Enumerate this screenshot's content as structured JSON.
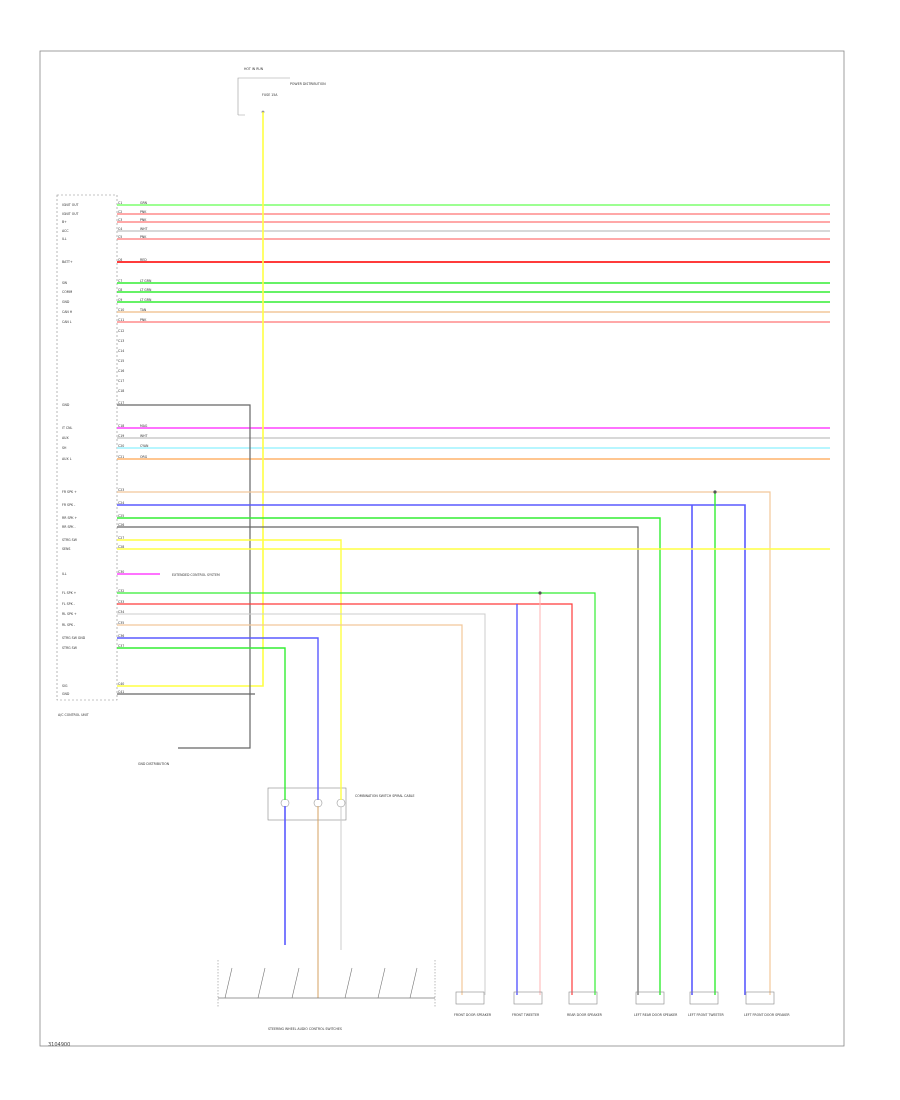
{
  "wire_colors": {
    "GRN": "#7dff6e",
    "PNK": "#ff8c8c",
    "RED": "#ff3b3b",
    "WHT": "#cccccc",
    "LT GRN": "#33ee33",
    "TAN": "#f2c79a",
    "BRN": "#d4a060",
    "MAG": "#ff44ff",
    "CYAN": "#9ff4ff",
    "ORG": "#ffb36b",
    "BLU": "#5a5aff",
    "GRY": "#666666",
    "YEL": "#ffff44",
    "VIO": "#c78fff"
  },
  "labels": {
    "page_code": "3104900",
    "control_unit": "A/C CONTROL UNIT",
    "top_box": "HOT IN RUN",
    "top_fuse_text": "FUSE 15A",
    "top_note": "POWER DISTRIBUTION",
    "grounds": "GND DISTRIBUTION",
    "steering_switches": "STEERING WHEEL AUDIO CONTROL SWITCHES",
    "spiral_cable": "COMBINATION SWITCH SPIRAL CABLE",
    "ext_note": "EXTENDED CONTROL SYSTEM",
    "speakers": [
      "FRONT DOOR SPEAKER",
      "FRONT TWEETER",
      "REAR DOOR SPEAKER",
      "LEFT REAR DOOR SPEAKER",
      "LEFT FRONT TWEETER",
      "LEFT FRONT DOOR SPEAKER"
    ]
  },
  "pins": [
    {
      "id": "C1",
      "name": "IGNIT OUT",
      "color": "GRN"
    },
    {
      "id": "C2",
      "name": "IGNIT OUT",
      "color": "PNK"
    },
    {
      "id": "C3",
      "name": "B+",
      "color": "PNK"
    },
    {
      "id": "C4",
      "name": "ACC",
      "color": "WHT"
    },
    {
      "id": "C5",
      "name": "ILL",
      "color": "PNK"
    },
    {
      "id": "C6",
      "name": "BATT+",
      "color": "RED"
    },
    {
      "id": "C7",
      "name": "SW",
      "color": "LT GRN"
    },
    {
      "id": "C8",
      "name": "COMM",
      "color": "LT GRN"
    },
    {
      "id": "C9",
      "name": "GND",
      "color": "LT GRN"
    },
    {
      "id": "C10",
      "name": "CAN H",
      "color": "TAN"
    },
    {
      "id": "C11",
      "name": "CAN L",
      "color": "PNK"
    },
    {
      "id": "C17",
      "name": "GND",
      "color": "GRY"
    },
    {
      "id": "C18",
      "name": "IT CNL",
      "color": "MAG"
    },
    {
      "id": "C19",
      "name": "AUX",
      "color": "WHT"
    },
    {
      "id": "C20",
      "name": "SH",
      "color": "CYAN"
    },
    {
      "id": "C21",
      "name": "AUX L",
      "color": "ORG"
    },
    {
      "id": "C23",
      "name": "FR SPK +",
      "color": "TAN"
    },
    {
      "id": "C24",
      "name": "FR SPK -",
      "color": "BLU"
    },
    {
      "id": "C25",
      "name": "RR SPK +",
      "color": "LT GRN"
    },
    {
      "id": "C26",
      "name": "RR SPK -",
      "color": "GRY"
    },
    {
      "id": "C27",
      "name": "STRG SW",
      "color": "YEL"
    },
    {
      "id": "C28",
      "name": "SENS",
      "color": "YEL"
    },
    {
      "id": "C30",
      "name": "ILL",
      "color": "MAG"
    },
    {
      "id": "C32",
      "name": "FL SPK +",
      "color": "LT GRN"
    },
    {
      "id": "C33",
      "name": "FL SPK -",
      "color": "PNK"
    },
    {
      "id": "C34",
      "name": "RL SPK +",
      "color": "WHT"
    },
    {
      "id": "C35",
      "name": "RL SPK -",
      "color": "TAN"
    },
    {
      "id": "C36",
      "name": "STRG SW GND",
      "color": "BLU"
    },
    {
      "id": "C37",
      "name": "STRG SW",
      "color": "GRN"
    },
    {
      "id": "C40",
      "name": "SIG",
      "color": "YEL"
    },
    {
      "id": "C41",
      "name": "GND",
      "color": "GRY"
    }
  ]
}
